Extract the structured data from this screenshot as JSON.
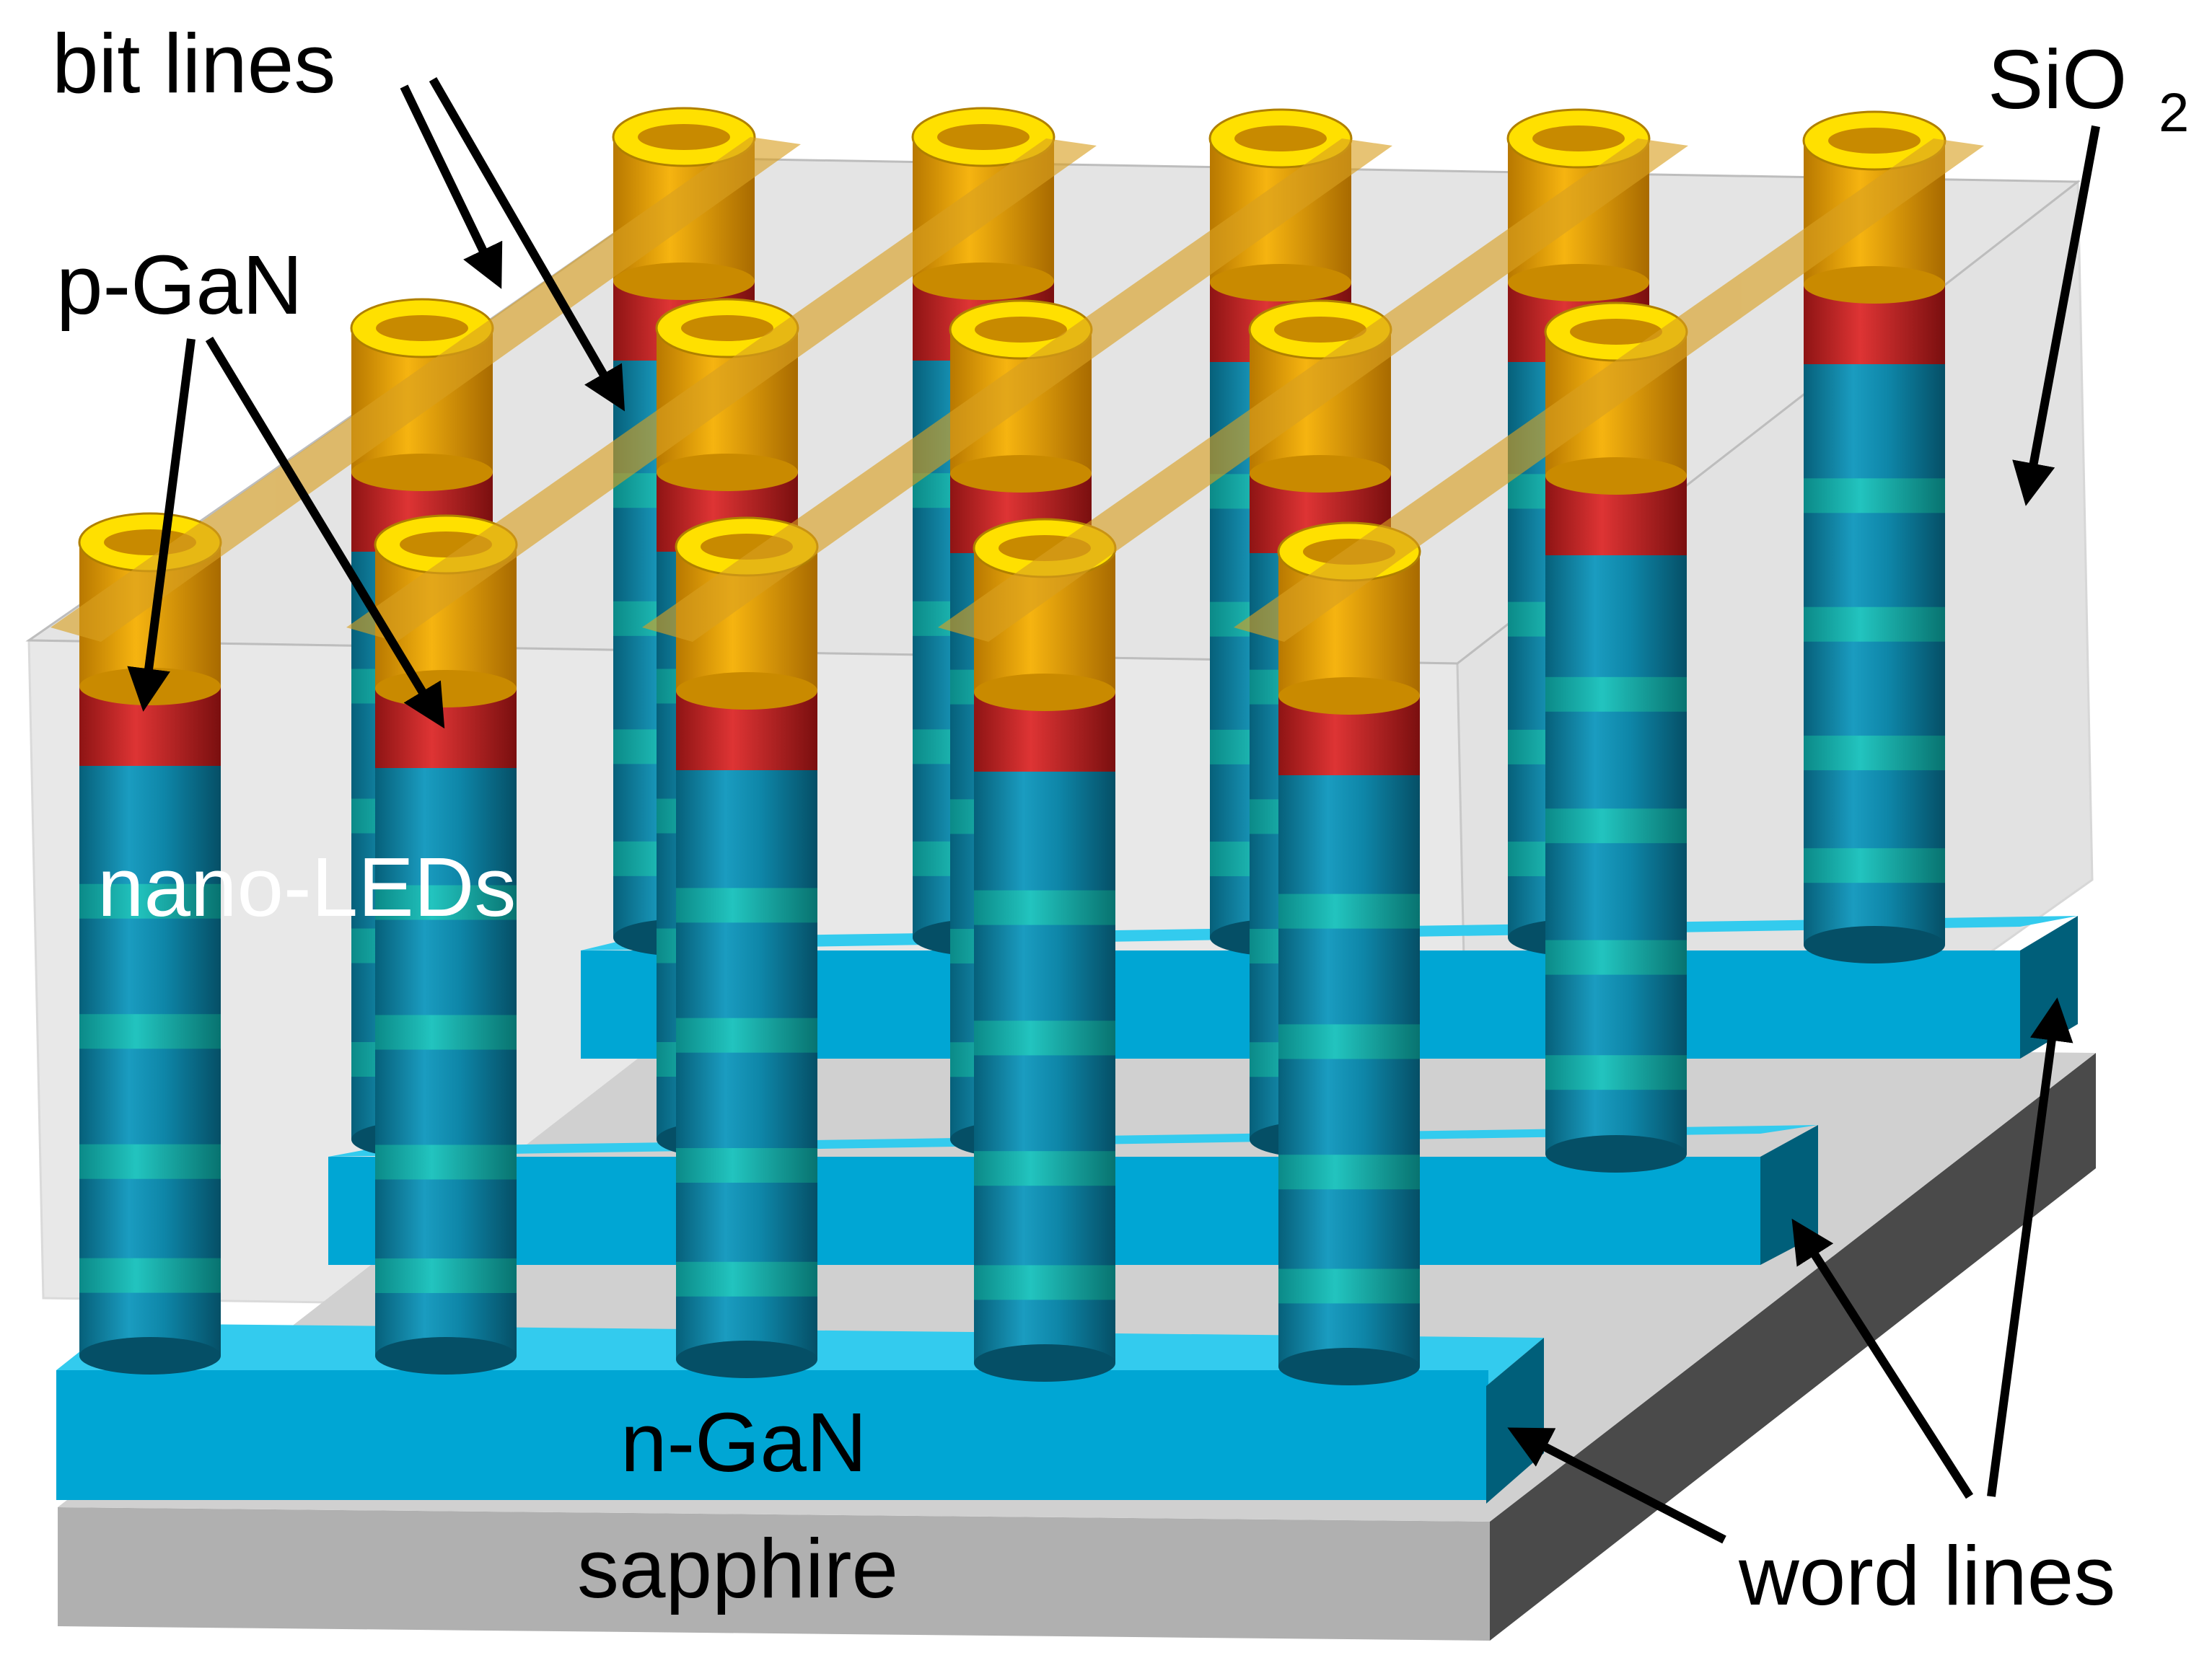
{
  "labels": {
    "bit_lines": "bit lines",
    "sio2_main": "SiO",
    "sio2_sub": "2",
    "p_gan": "p-GaN",
    "nano_leds": "nano-LEDs",
    "n_gan": "n-GaN",
    "sapphire": "sapphire",
    "word_lines": "word lines"
  },
  "colors": {
    "pillar_blue": "#0a8fb0",
    "stripe_teal": "#16b3b0",
    "p_gan_red": "#d02828",
    "contact_gold": "#f0a800",
    "ring_yellow": "#ffe000",
    "n_gan_blue": "#00a6d4",
    "sapphire_gray": "#b0b0b0",
    "sio2_gray": "#dcdcdc"
  }
}
